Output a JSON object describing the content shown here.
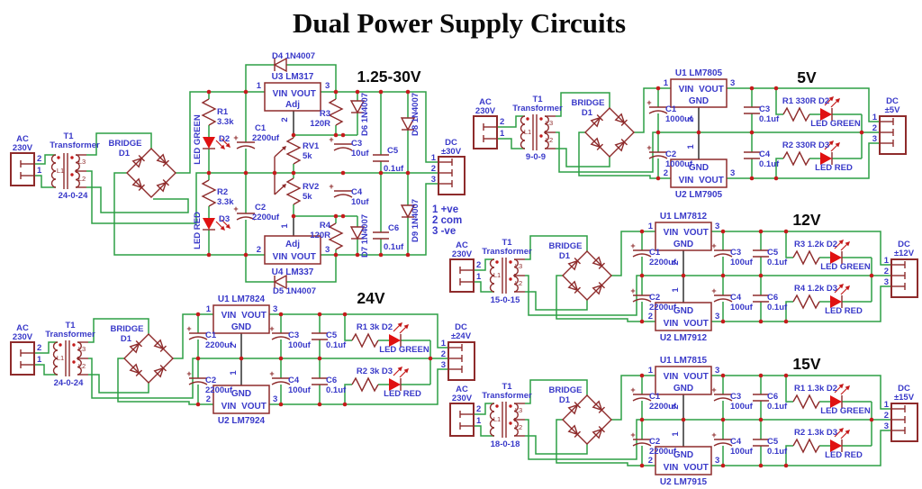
{
  "title": "Dual Power Supply Circuits",
  "com": {
    "vin": "VIN",
    "vout": "VOUT",
    "gnd": "GND",
    "adj": "Adj",
    "plus": "+",
    "p1": "1",
    "p2": "2",
    "p3": "3",
    "ac": "AC",
    "acv": "230V",
    "t1": "T1",
    "t1n": "Transformer",
    "br": "BRIDGE",
    "brd": "D1",
    "l1": "L1",
    "l2": "L2",
    "l3": "L3",
    "dc": "DC",
    "ledg": "LED GREEN",
    "ledr": "LED RED"
  },
  "adj": {
    "title": "1.25-30V",
    "taps": "24-0-24",
    "u3": "U3 LM317",
    "u4": "U4 LM337",
    "d2": "D2",
    "d3": "D3",
    "d4": "D4 1N4007",
    "d5": "D5 1N4007",
    "d6": "D6 1N4007",
    "d7": "D7 1N4007",
    "d8": "D8 1N4007",
    "d9": "D9 1N4007",
    "r1": "R1",
    "r1v": "3.3k",
    "r2": "R2",
    "r2v": "3.3k",
    "r3": "R3",
    "r3v": "120R",
    "r4": "R4",
    "r4v": "120R",
    "rv1": "RV1",
    "rv1v": "5k",
    "rv2": "RV2",
    "rv2v": "5k",
    "c1": "C1",
    "c1v": "2200uf",
    "c2": "C2",
    "c2v": "2200uf",
    "c3": "C3",
    "c3v": "10uf",
    "c4": "C4",
    "c4v": "10uf",
    "c5": "C5",
    "c5v": "0.1uf",
    "c6": "C6",
    "c6v": "0.1uf",
    "dcv": "±30V",
    "leg1": "1 +ve",
    "leg2": "2 com",
    "leg3": "3 -ve"
  },
  "v5": {
    "title": "5V",
    "taps": "9-0-9",
    "u1": "U1 LM7805",
    "u2": "U2 LM7905",
    "c1": "C1",
    "c1v": "1000uf",
    "c2": "C2",
    "c2v": "1000uf",
    "c3": "C3",
    "c3v": "0.1uf",
    "c4": "C4",
    "c4v": "0.1uf",
    "r1": "R1 330R D2",
    "r2": "R2 330R D3",
    "dcv": "±5V"
  },
  "v12": {
    "title": "12V",
    "taps": "15-0-15",
    "u1": "U1 LM7812",
    "u2": "U2 LM7912",
    "c1": "C1",
    "c1v": "2200uf",
    "c2": "C2",
    "c2v": "2200uf",
    "c3": "C3",
    "c3v": "100uf",
    "c4": "C4",
    "c4v": "100uf",
    "c5": "C5",
    "c5v": "0.1uf",
    "c6": "C6",
    "c6v": "0.1uf",
    "r1": "R3 1.2k D2",
    "r2": "R4 1.2k D3",
    "dcv": "±12V"
  },
  "v15": {
    "title": "15V",
    "taps": "18-0-18",
    "u1": "U1 LM7815",
    "u2": "U2 LM7915",
    "c1": "C1",
    "c1v": "2200uf",
    "c2": "C2",
    "c2v": "2200uf",
    "c3": "C3",
    "c3v": "100uf",
    "c4": "C4",
    "c4v": "100uf",
    "c5": "C5",
    "c5v": "0.1uf",
    "c6": "C6",
    "c6v": "0.1uf",
    "r1": "R1 1.3k D2",
    "r2": "R2 1.3k D3",
    "dcv": "±15V"
  },
  "v24": {
    "title": "24V",
    "taps": "24-0-24",
    "u1": "U1 LM7824",
    "u2": "U2 LM7924",
    "c1": "C1",
    "c1v": "2200uf",
    "c2": "C2",
    "c2v": "2200uf",
    "c3": "C3",
    "c3v": "100uf",
    "c4": "C4",
    "c4v": "100uf",
    "c5": "C5",
    "c5v": "0.1uf",
    "c6": "C6",
    "c6v": "0.1uf",
    "r1": "R1 3k D2",
    "r2": "R2 3k D3",
    "dcv": "±24V"
  },
  "colors": {
    "wire": "#2d9f45",
    "component": "#8e2b2b",
    "label": "#3939c9",
    "led": "#e01111",
    "junction": "#c41b1b",
    "title": "#0a0a0a"
  }
}
